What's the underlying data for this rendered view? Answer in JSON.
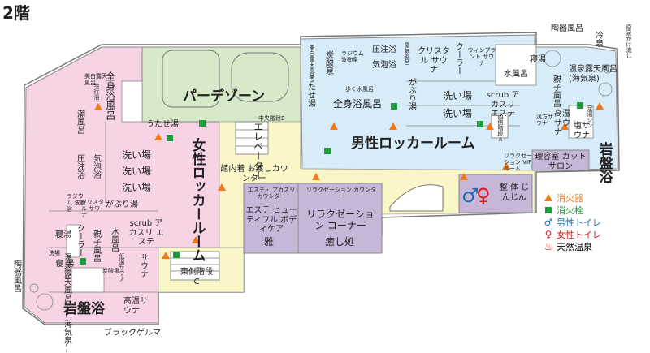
{
  "floor": "2階",
  "colors": {
    "pink": "#f6d3e5",
    "green": "#d6e9c8",
    "blue": "#d7ebf8",
    "yellow": "#fbf6c8",
    "purple": "#c6b7d9",
    "extinguisher": "#f07a1a",
    "hydrant": "#1f9a3c",
    "mens": "#1c6cb5",
    "womens": "#d71a1a"
  },
  "areas": {
    "pink_side": [
      "全身浴風呂",
      "うたせ湯",
      "潮風呂",
      "圧注浴",
      "気泡浴",
      "洗い場",
      "洗い場",
      "洗い場",
      "ラジウム 波動浴",
      "クリスタル サウナ",
      "がぶり湯",
      "scrub アカスリ エステ",
      "寝湯",
      "クーラー",
      "親子風呂",
      "洗場",
      "水風呂",
      "温泉露天風呂 (海気泉)",
      "低温サウナ",
      "炭酸泉",
      "歩行浴",
      "美白露天風呂",
      "岩盤浴",
      "高温サウナ",
      "サウナ",
      "寝 湯"
    ],
    "center": [
      "パーデゾーン",
      "女性ロッカールーム",
      "エレベーター",
      "中央階段B",
      "館内着 お渡しカウンター",
      "東側階段C"
    ],
    "purple": [
      "エステ・ アカスリカウンター",
      "エステ ヒューティフル ボディケア",
      "雅",
      "リラクゼーション カウンター",
      "リラクゼーション コーナー",
      "癒し処",
      "整 体 じんじん"
    ],
    "blue_side": [
      "陶器風呂",
      "冷泉",
      "原泉かけ流し",
      "寝湯",
      "水風呂",
      "温泉露天風呂 (海気泉)",
      "親子風呂",
      "高温サウナ",
      "塩サウナ",
      "足湯シン",
      "岩盤浴",
      "漢方サウナ",
      "理容室 カットサロン",
      "リラクゼーション VIPルーム",
      "西側階段A",
      "scrub アカスリ エステ",
      "洗い場",
      "洗い場",
      "男性ロッカールーム",
      "全身浴風呂",
      "がぶり湯",
      "うたせ湯",
      "歩く水風呂",
      "ラジウム 波動泉",
      "気泡浴",
      "圧注浴",
      "電気風呂",
      "炭酸泉",
      "美白露天風呂",
      "クリスタル サウナ",
      "クーラー",
      "ウィンプラント サウナ"
    ]
  },
  "annotations": {
    "left_ceramic": "陶器風呂",
    "black_germa": "ブラックゲルマ"
  },
  "legend": [
    {
      "label": "消火器",
      "symbol": "triangle-icon"
    },
    {
      "label": "消火栓",
      "symbol": "square-icon"
    },
    {
      "label": "男性トイレ",
      "symbol": "male-toilet-icon"
    },
    {
      "label": "女性トイレ",
      "symbol": "female-toilet-icon"
    },
    {
      "label": "天然温泉",
      "symbol": "hot-spring-icon"
    }
  ]
}
